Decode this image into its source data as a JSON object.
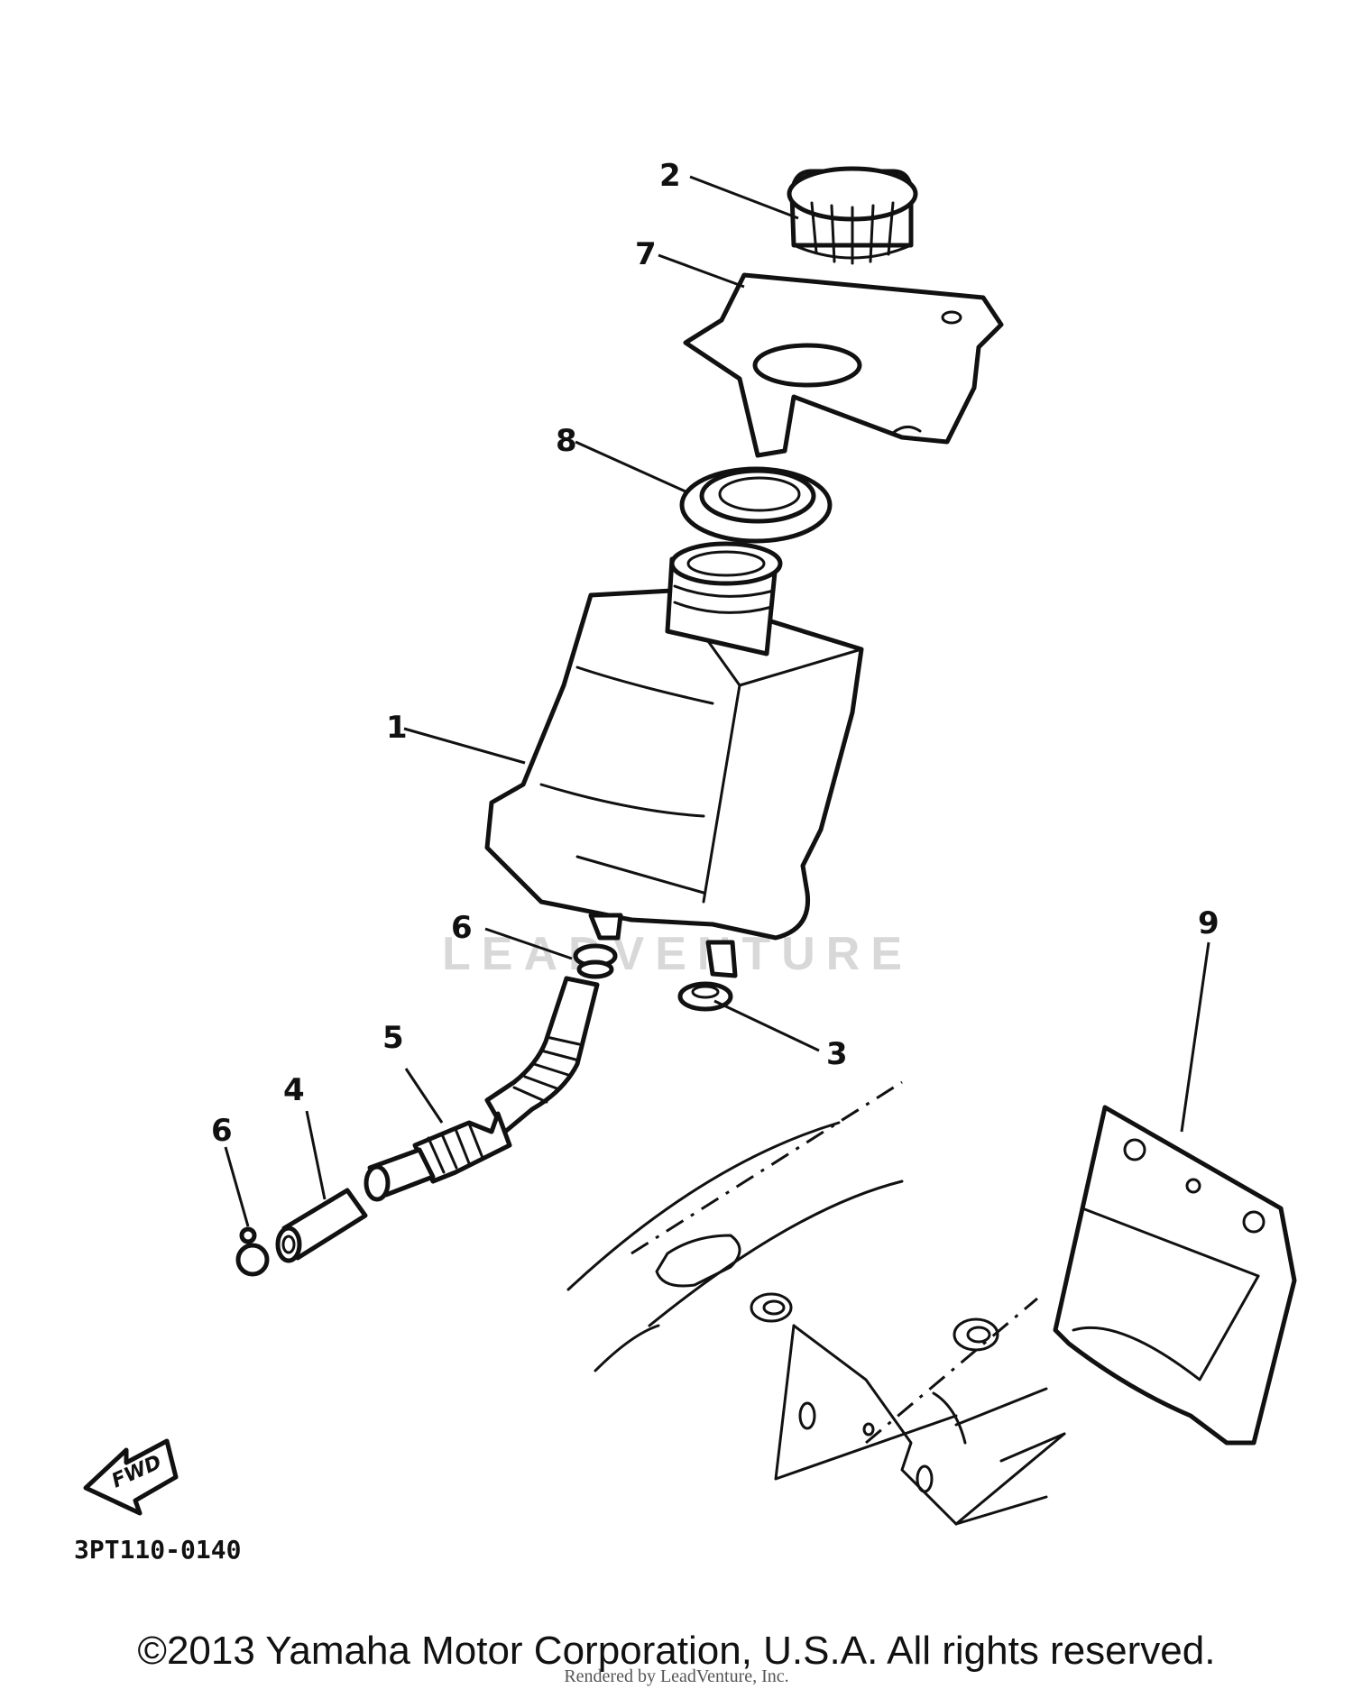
{
  "diagram": {
    "callouts": {
      "part_1": "1",
      "part_2": "2",
      "part_3": "3",
      "part_4": "4",
      "part_5": "5",
      "part_6a": "6",
      "part_6b": "6",
      "part_7": "7",
      "part_8": "8",
      "part_9": "9"
    },
    "direction_label": "FWD",
    "reference_code": "3PT110-0140",
    "watermark": "LEADVENTURE"
  },
  "footer": {
    "copyright": "©2013 Yamaha Motor Corporation, U.S.A. All rights reserved.",
    "rendered_by": "Rendered by LeadVenture, Inc."
  }
}
